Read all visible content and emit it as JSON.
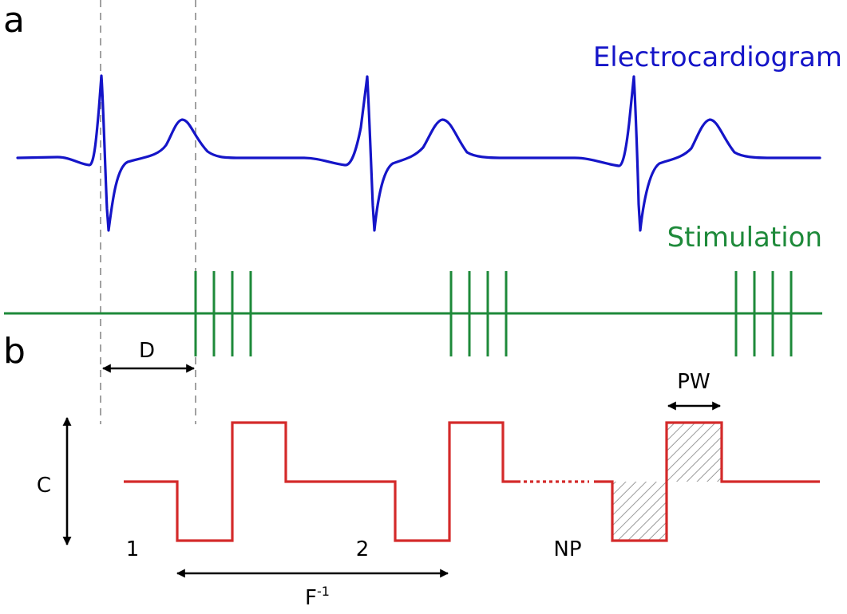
{
  "panels": {
    "a": "a",
    "b": "b"
  },
  "traces": {
    "ecg_label": "Electrocardiogram",
    "stim_label": "Stimulation"
  },
  "annotations": {
    "delay": "D",
    "current": "C",
    "pulse_width": "PW",
    "pulse_1": "1",
    "pulse_2": "2",
    "pulse_n": "NP",
    "period_base": "F",
    "period_exp": "-1"
  },
  "colors": {
    "ecg": "#1515c8",
    "stimulation": "#1e8a3a",
    "waveform": "#d42a2a",
    "guide": "#8a8a8a",
    "arrow": "#000000"
  }
}
